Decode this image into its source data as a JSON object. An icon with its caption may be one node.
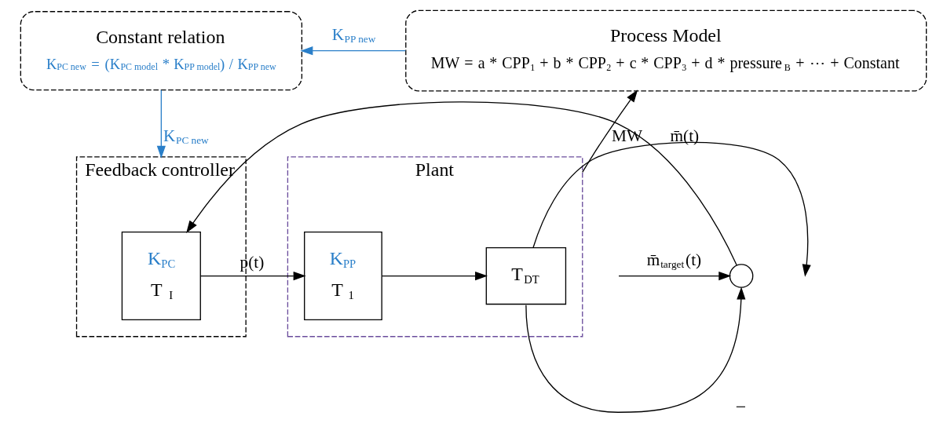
{
  "diagram": {
    "nodes": [
      {
        "text": [
          "Constant relation",
          "K$_{PC new}$ = (K$_{PC model}$ * K$_{PP model}$) / K$_{PP new}$"
        ]
      },
      {
        "text": [
          "Process Model",
          "MW = a * CPP$_{1}$ + b * CPP$_{2}$ + c * CPP$_{3}$ + d * pressure$_{B}$ + ⋯ + Constant"
        ]
      },
      {
        "text": [
          "Feedback controller"
        ]
      },
      {
        "text": [
          "K$_{PC}$",
          "T$_{I}$"
        ],
        "in": 2
      },
      {
        "text": [
          "Plant"
        ]
      },
      {
        "text": [
          "K$_{PP}$",
          "T$_{1}$"
        ],
        "in": 4
      },
      {
        "text": [
          "T$_{DT}$"
        ],
        "in": 4
      },
      {
        "text": [],
        "shape": "circle"
      }
    ],
    "edges": [
      {
        "from": 1,
        "to": 0,
        "arrow": "to",
        "label": "K$_{PP new}$",
        "color": "#2a7fc9"
      },
      {
        "from": 0,
        "to": 2,
        "arrow": "to",
        "label": "K$_{PC new}$",
        "color": "#2a7fc9"
      },
      {
        "from": 4,
        "to": 1,
        "arrow": "to",
        "label": "MW"
      },
      {
        "from": null,
        "to": 7,
        "arrow": "to",
        "label": "m̄$_{target}$(t)"
      },
      {
        "from": 7,
        "to": 3,
        "arrow": "to"
      },
      {
        "from": 3,
        "to": 5,
        "arrow": "to",
        "label": "p(t)"
      },
      {
        "from": 5,
        "to": 6,
        "arrow": "to"
      },
      {
        "from": 6,
        "to": null,
        "arrow": "to",
        "label": "m̄(t)"
      },
      {
        "from": 6,
        "to": 7,
        "arrow": "to"
      }
    ],
    "labels": [
      "−"
    ]
  }
}
